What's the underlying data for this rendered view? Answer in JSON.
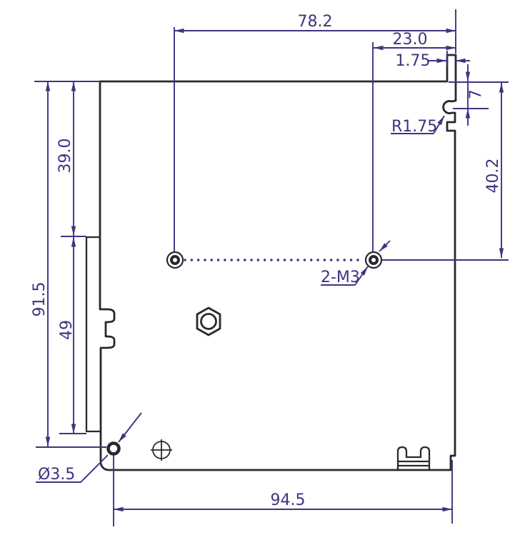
{
  "colors": {
    "line_color": "#2a282d",
    "dim_color": "#3e3482",
    "background": "#ffffff"
  },
  "drawing": {
    "type": "mechanical-dimension-drawing",
    "dims": {
      "width_top": "78.2",
      "hole_offset": "23.0",
      "tab_width": "1.75",
      "tab_depth": "7",
      "hook_radius": "R1.75",
      "side_height": "40.2",
      "upper_height": "39.0",
      "total_height": "91.5",
      "bracket_height": "49",
      "thread_callout": "2-M3",
      "hole_diameter": "Ø3.5",
      "width_bottom": "94.5"
    }
  }
}
